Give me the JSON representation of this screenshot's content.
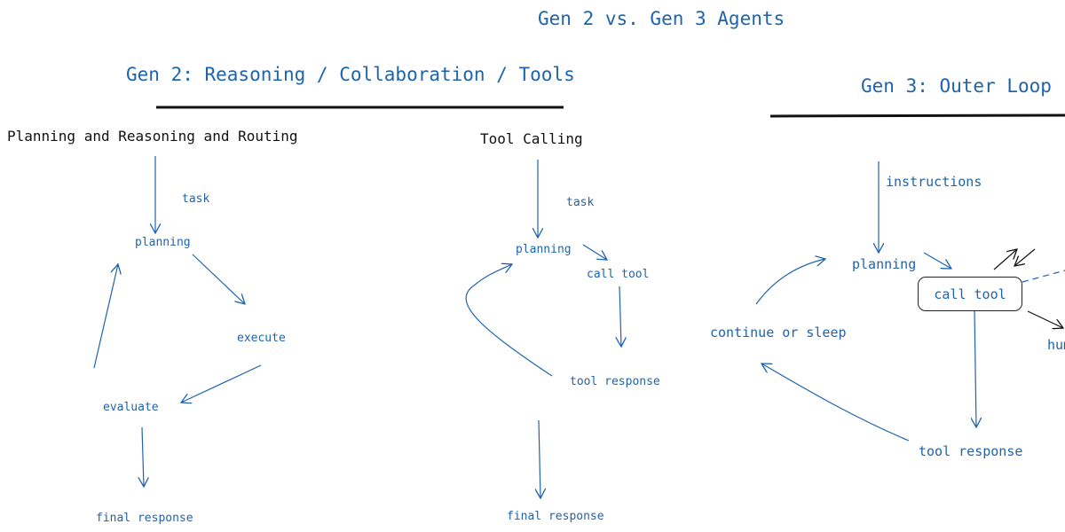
{
  "title": "Gen 2 vs. Gen 3 Agents",
  "gen2": {
    "heading": "Gen 2: Reasoning / Collaboration / Tools",
    "planning_panel": {
      "title": "Planning and Reasoning and Routing",
      "task": "task",
      "planning": "planning",
      "execute": "execute",
      "evaluate": "evaluate",
      "final_response": "final response"
    },
    "tool_panel": {
      "title": "Tool Calling",
      "task": "task",
      "planning": "planning",
      "call_tool": "call tool",
      "tool_response": "tool response",
      "final_response": "final response"
    }
  },
  "gen3": {
    "heading": "Gen 3: Outer Loop",
    "instructions": "instructions",
    "planning": "planning",
    "call_tool": "call tool",
    "continue_or_sleep": "continue or sleep",
    "tool_response": "tool response",
    "human": "hum"
  },
  "colors": {
    "accent": "#1f63ad",
    "ink": "#111111"
  }
}
